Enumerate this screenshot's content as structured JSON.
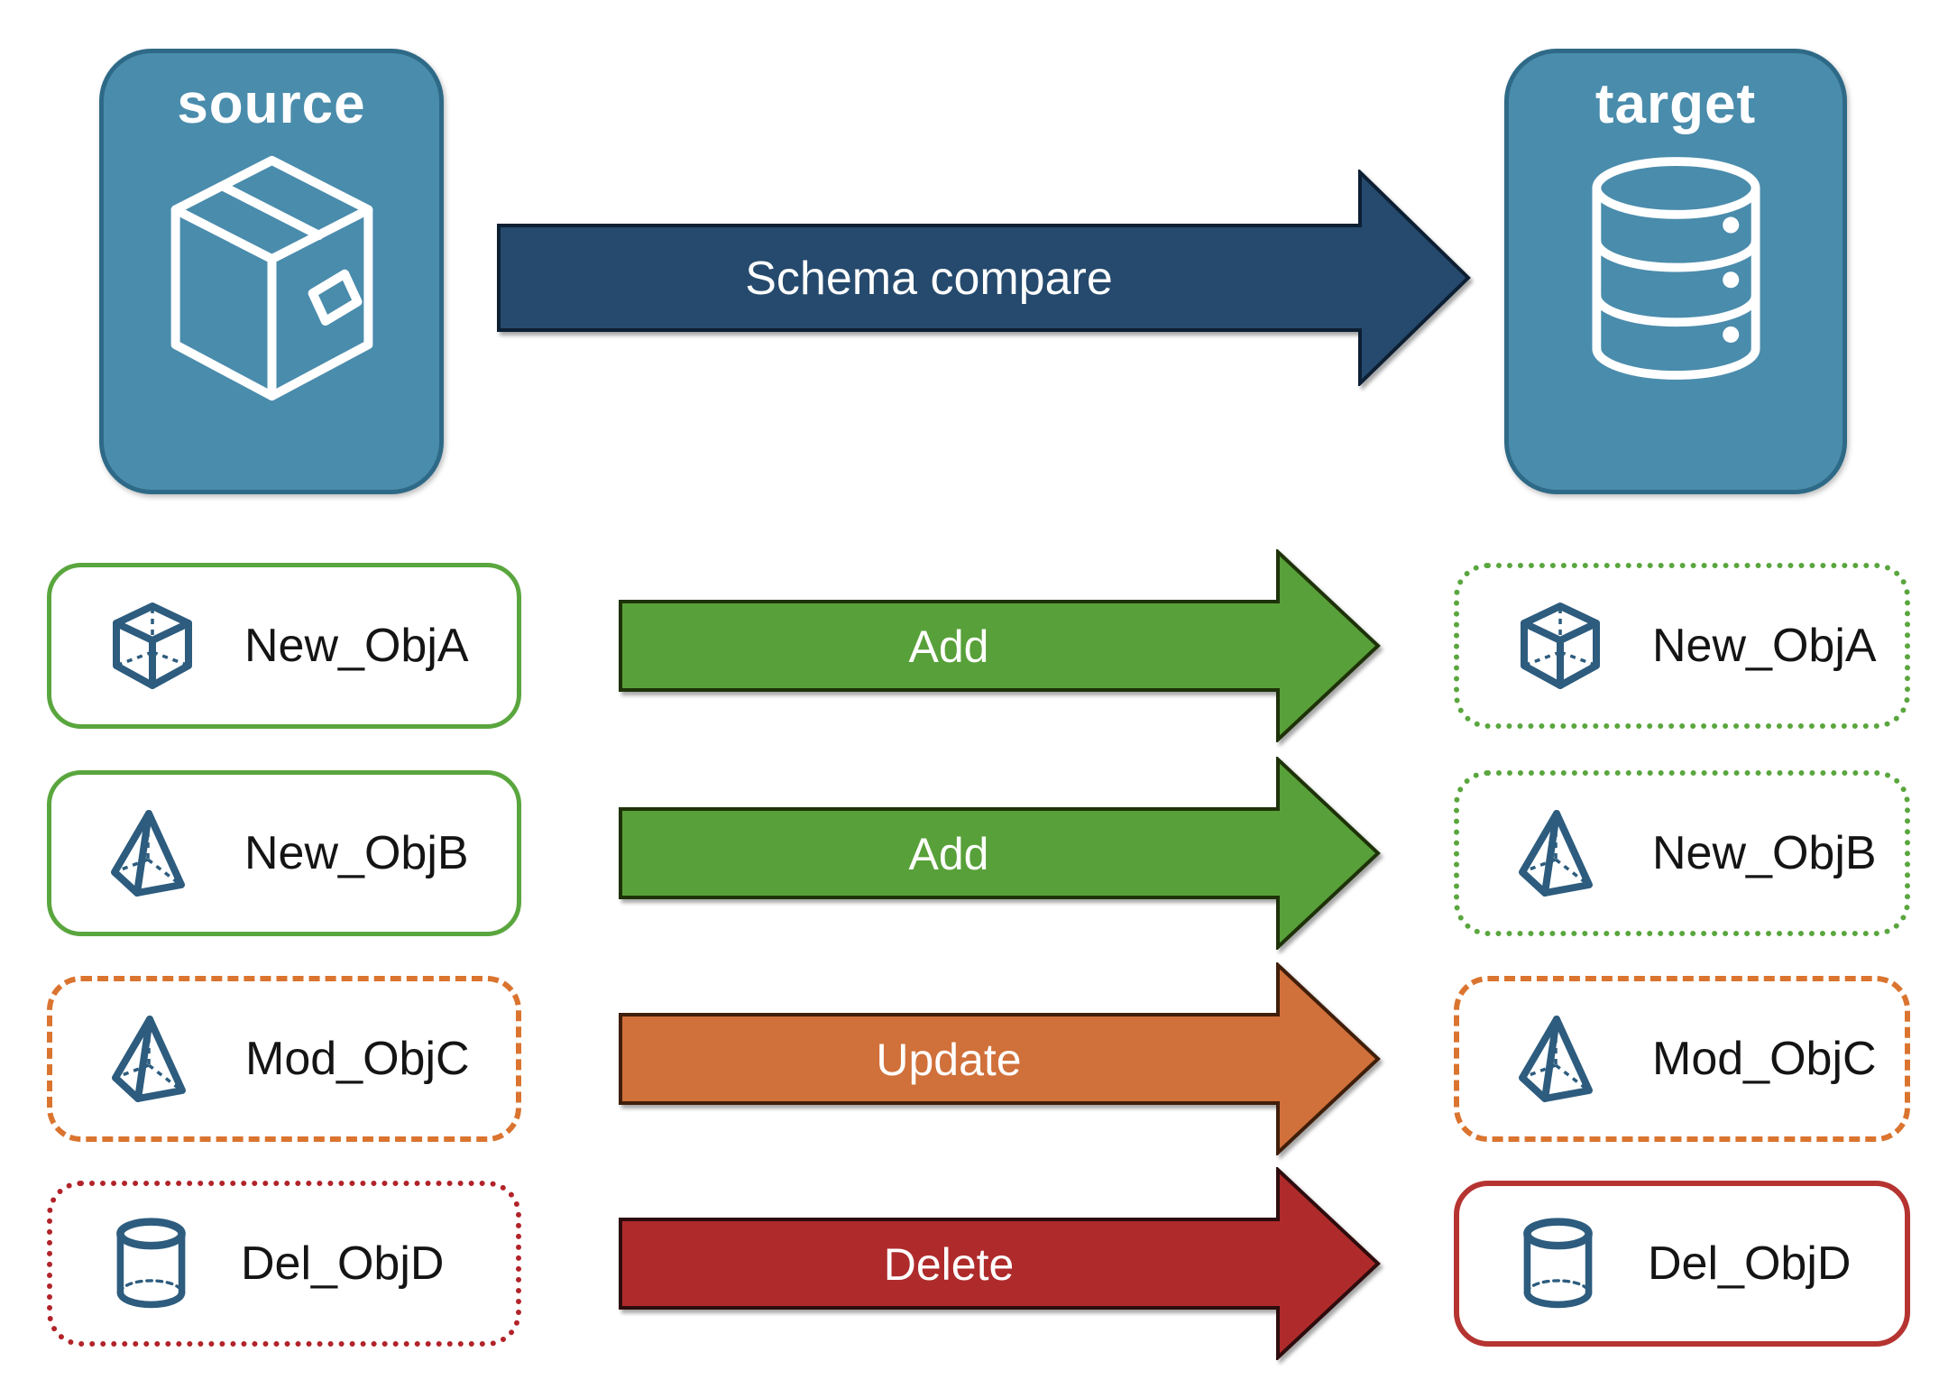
{
  "source_card": {
    "label": "source",
    "icon": "package-box-icon"
  },
  "target_card": {
    "label": "target",
    "icon": "database-icon"
  },
  "compare_arrow": {
    "label": "Schema compare"
  },
  "rows": [
    {
      "label": "New_ObjA",
      "icon": "cube-icon",
      "action": "Add",
      "source_border": "solid green",
      "target_border": "dotted green"
    },
    {
      "label": "New_ObjB",
      "icon": "pyramid-icon",
      "action": "Add",
      "source_border": "solid green",
      "target_border": "dotted green"
    },
    {
      "label": "Mod_ObjC",
      "icon": "pyramid-icon",
      "action": "Update",
      "source_border": "dashed orange",
      "target_border": "dashed orange"
    },
    {
      "label": "Del_ObjD",
      "icon": "cylinder-icon",
      "action": "Delete",
      "source_border": "dotted red",
      "target_border": "solid red"
    }
  ],
  "colors": {
    "card_fill": "#4A8CAC",
    "card_border": "#2E6A87",
    "compare_arrow_fill": "#254A6D",
    "compare_arrow_border": "#0D1F33",
    "add_arrow_fill": "#58A039",
    "add_arrow_border": "#1E3209",
    "update_arrow_fill": "#D0703A",
    "update_arrow_border": "#3F1E0A",
    "delete_arrow_fill": "#AF2B2B",
    "delete_arrow_border": "#2E0C0E",
    "green_border": "#5AA63E",
    "orange_border": "#DA742F",
    "red_border_dotted": "#B12329",
    "red_border_solid": "#B53431",
    "object_icon_stroke": "#2D5C7E",
    "label_text": "#141414",
    "arrow_text": "#FFFFFF"
  }
}
